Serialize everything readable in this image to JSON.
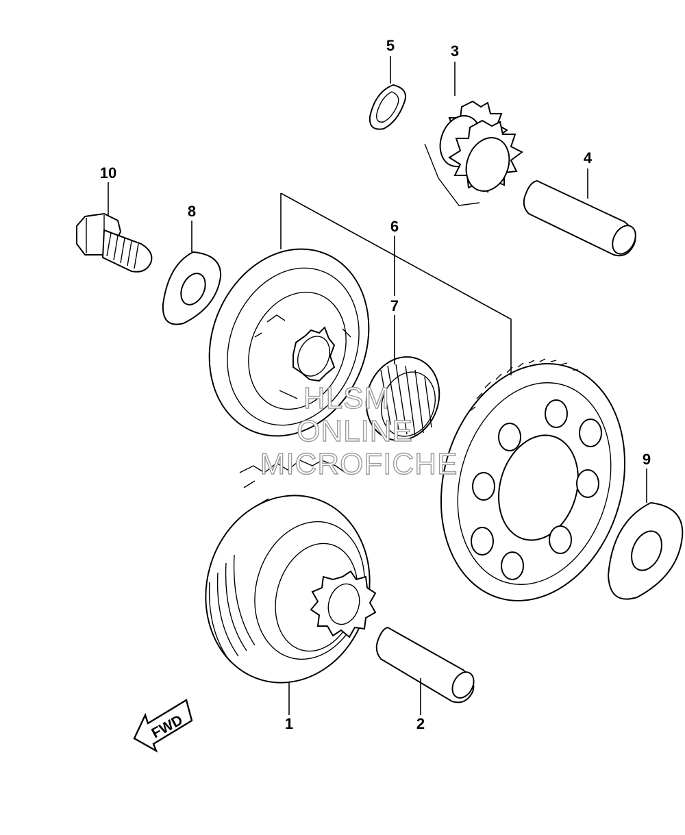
{
  "callouts": {
    "c1": "1",
    "c2": "2",
    "c3": "3",
    "c4": "4",
    "c5": "5",
    "c6": "6",
    "c7": "7",
    "c8": "8",
    "c9": "9",
    "c10": "10"
  },
  "watermark": {
    "line1": "HLSM",
    "line2": "ONLINE",
    "line3": "MICROFICHE"
  },
  "direction_arrow": {
    "label": "FWD",
    "icon": "fwd-arrow-icon"
  }
}
